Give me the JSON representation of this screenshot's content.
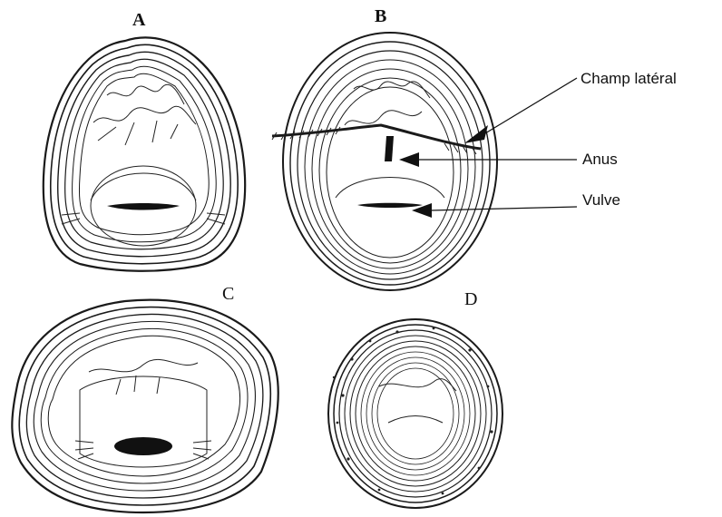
{
  "figure": {
    "panels": [
      {
        "id": "A",
        "label": "A"
      },
      {
        "id": "B",
        "label": "B"
      },
      {
        "id": "C",
        "label": "C"
      },
      {
        "id": "D",
        "label": "D"
      }
    ],
    "annotations": {
      "lateral_field": "Champ latéral",
      "anus": "Anus",
      "vulva": "Vulve"
    }
  }
}
